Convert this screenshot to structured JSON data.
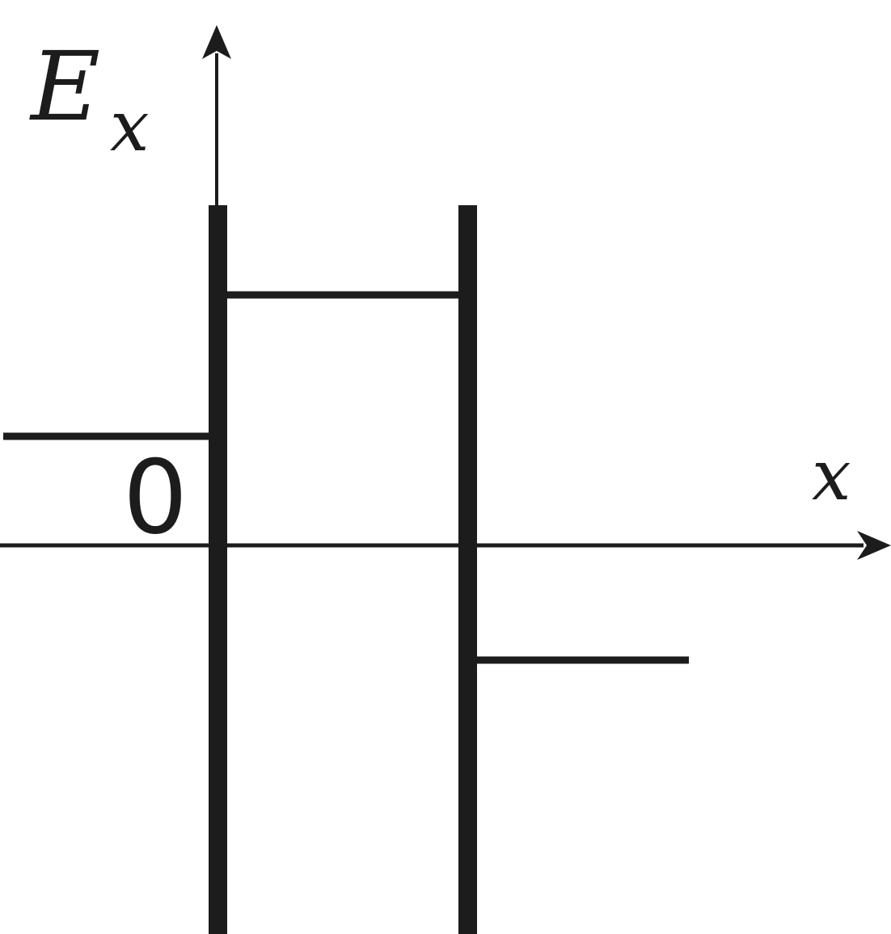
{
  "figure": {
    "y_axis_label_main": "E",
    "y_axis_label_sub": "x",
    "x_axis_label": "x",
    "origin_label": "0",
    "ink_color": "#1c1c1c",
    "background_color": "#ffffff"
  }
}
